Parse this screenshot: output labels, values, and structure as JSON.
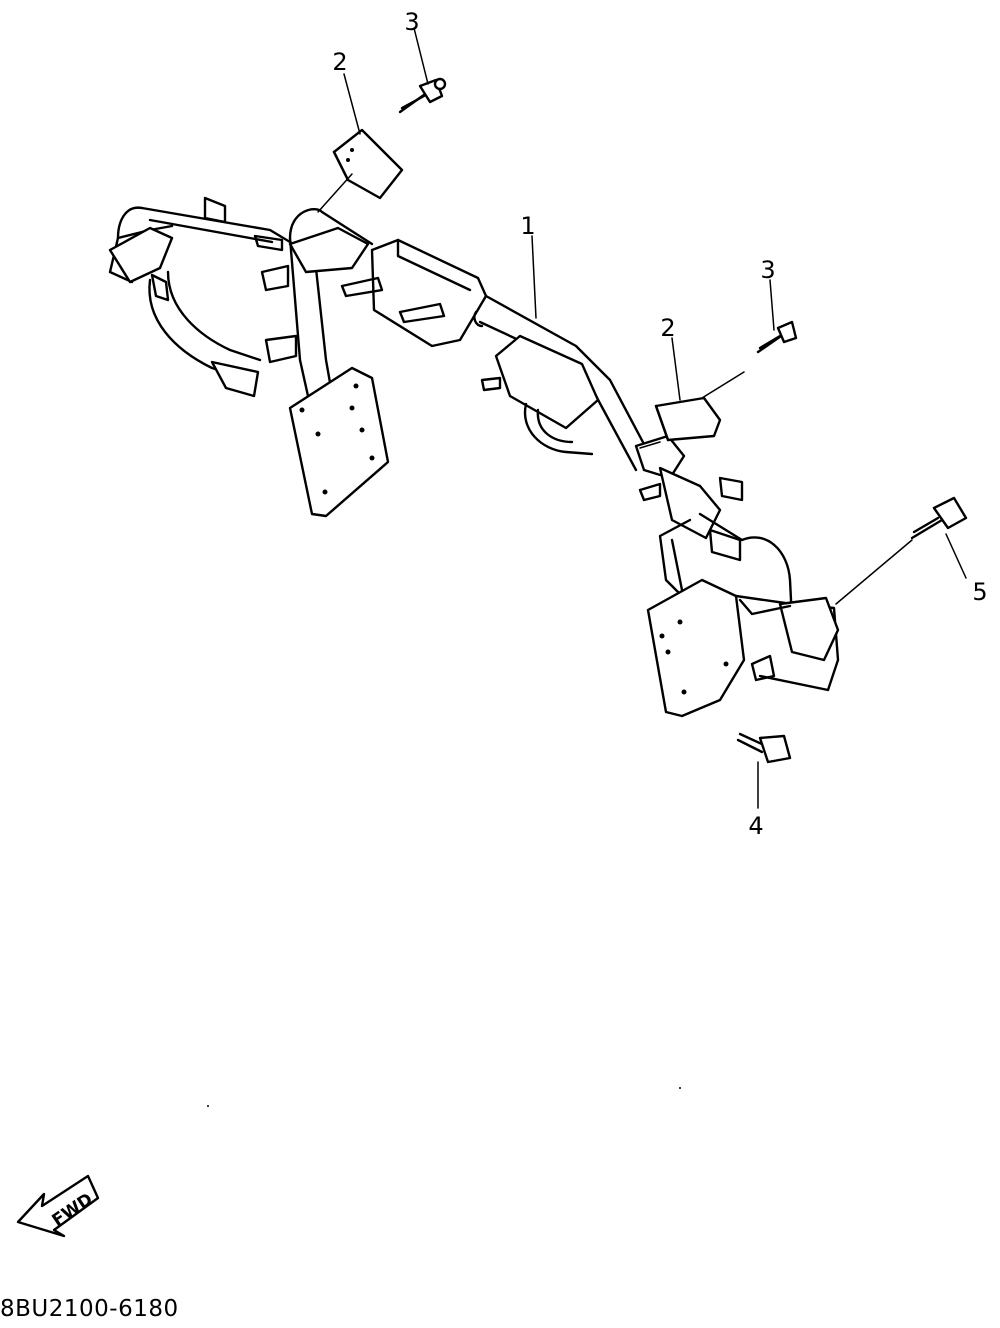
{
  "callouts": [
    {
      "id": "1",
      "label": "1"
    },
    {
      "id": "2a",
      "label": "2"
    },
    {
      "id": "3a",
      "label": "3"
    },
    {
      "id": "2b",
      "label": "2"
    },
    {
      "id": "3b",
      "label": "3"
    },
    {
      "id": "5",
      "label": "5"
    },
    {
      "id": "4",
      "label": "4"
    }
  ],
  "fwd_label": "FWD",
  "part_code": "8BU2100-6180"
}
